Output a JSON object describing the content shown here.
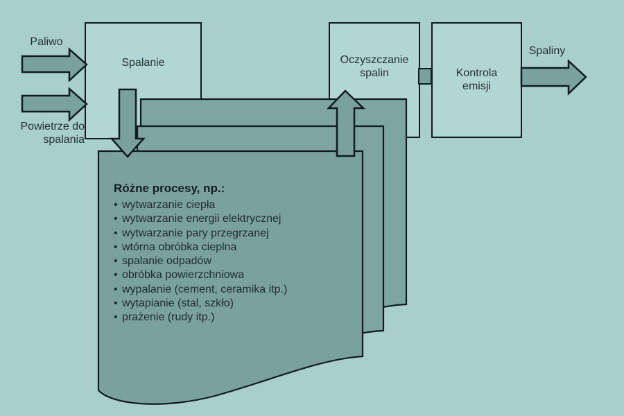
{
  "colors": {
    "background": "#a9cfca",
    "box_fill": "#b2d6d1",
    "page_fill": "#7da5a1",
    "front_page_fill": "#79a19d",
    "arrow_fill": "#7aa29d",
    "outline": "#101a20",
    "text": "#272e34"
  },
  "inputs": {
    "paliwo": "Paliwo",
    "powietrze_line1": "Powietrze do",
    "powietrze_line2": "spalania"
  },
  "boxes": {
    "spalanie": {
      "label": "Spalanie"
    },
    "oczyszczanie": {
      "line1": "Oczyszczanie",
      "line2": "spalin"
    },
    "kontrola": {
      "line1": "Kontrola",
      "line2": "emisji"
    }
  },
  "output": {
    "spaliny": "Spaliny"
  },
  "process_document": {
    "title": "Różne procesy, np.:",
    "bullet": "•",
    "items": [
      "wytwarzanie ciepła",
      "wytwarzanie energii elektrycznej",
      "wytwarzanie pary przegrzanej",
      "wtórna obróbka cieplna",
      "spalanie odpadów",
      "obróbka powierzchniowa",
      "wypalanie (cement, ceramika itp.)",
      "wytapianie (stal, szkło)",
      "prażenie (rudy itp.)"
    ]
  }
}
